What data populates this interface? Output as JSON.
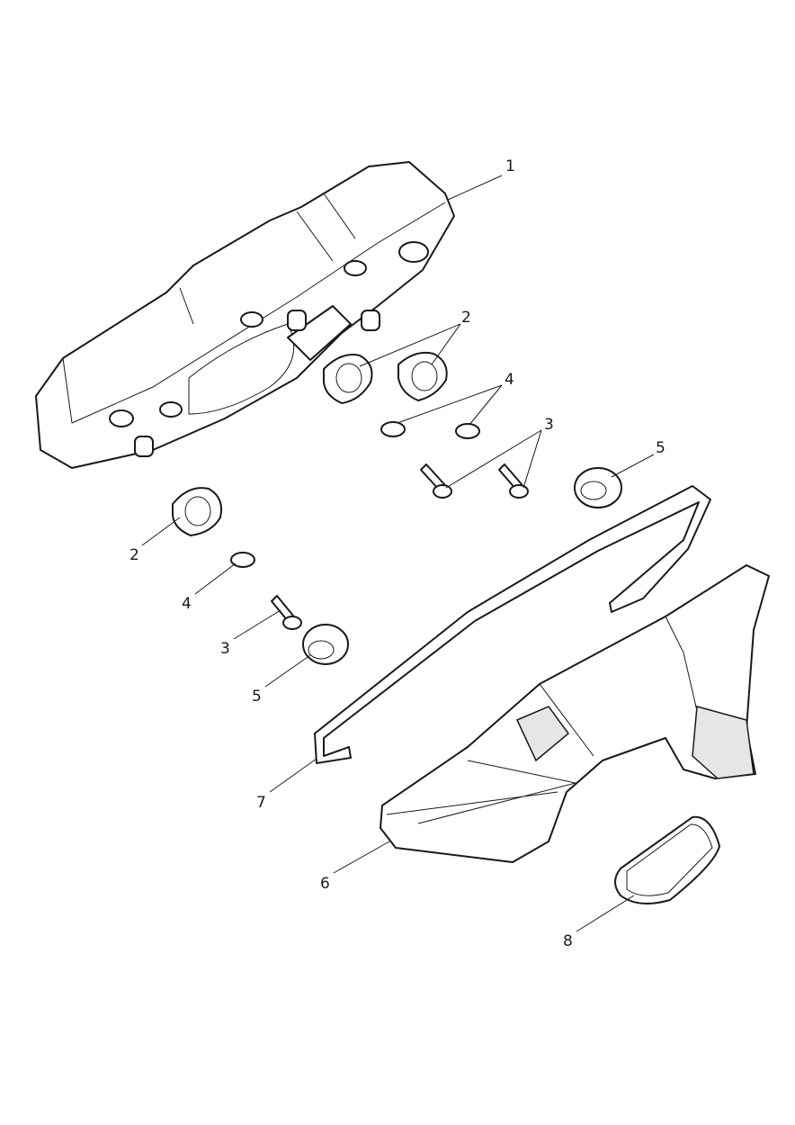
{
  "callouts": {
    "c1": "1",
    "c2a": "2",
    "c2b": "2",
    "c3a": "3",
    "c3b": "3",
    "c4a": "4",
    "c4b": "4",
    "c5a": "5",
    "c5b": "5",
    "c6": "6",
    "c7": "7",
    "c8": "8"
  },
  "colors": {
    "line": "#1a1a1a",
    "background": "#ffffff"
  }
}
